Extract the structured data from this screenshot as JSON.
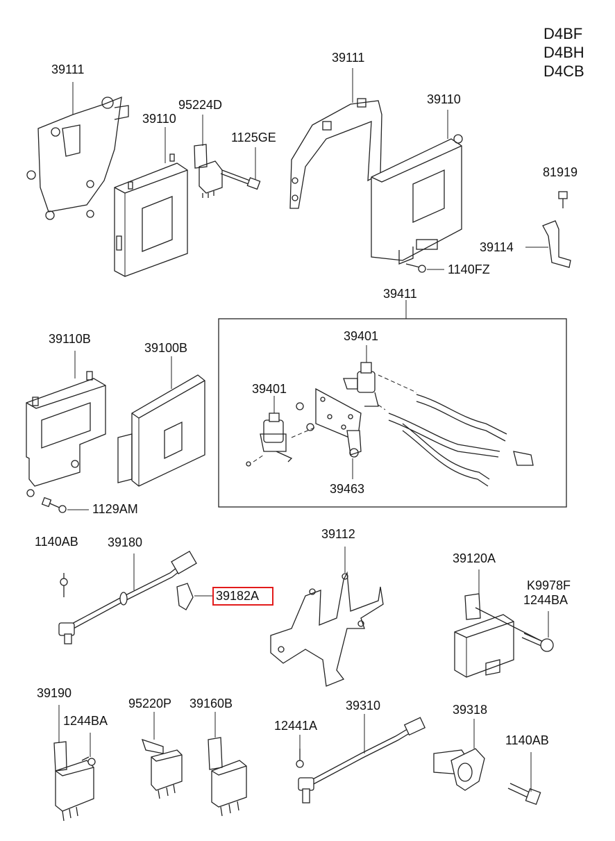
{
  "engine_codes": [
    "D4BF",
    "D4BH",
    "D4CB"
  ],
  "labels": {
    "p39111_left": "39111",
    "p39110_left": "39110",
    "p95224d": "95224D",
    "p1125ge": "1125GE",
    "p39111_right": "39111",
    "p39110_right": "39110",
    "p81919": "81919",
    "p39114": "39114",
    "p1140fz": "1140FZ",
    "p39411": "39411",
    "p39110b": "39110B",
    "p39100b": "39100B",
    "p39401_top": "39401",
    "p39401_left": "39401",
    "p39463": "39463",
    "p1129am": "1129AM",
    "p1140ab_top": "1140AB",
    "p39180": "39180",
    "p39182a": "39182A",
    "p39112": "39112",
    "p39120a": "39120A",
    "pk9978f": "K9978F",
    "p1244ba_right": "1244BA",
    "p39190": "39190",
    "p1244ba_left": "1244BA",
    "p95220p": "95220P",
    "p39160b": "39160B",
    "p12441a": "12441A",
    "p39310": "39310",
    "p39318": "39318",
    "p1140ab_bottom": "1140AB"
  },
  "highlight": {
    "part": "39182A",
    "color": "#e21b1b"
  }
}
